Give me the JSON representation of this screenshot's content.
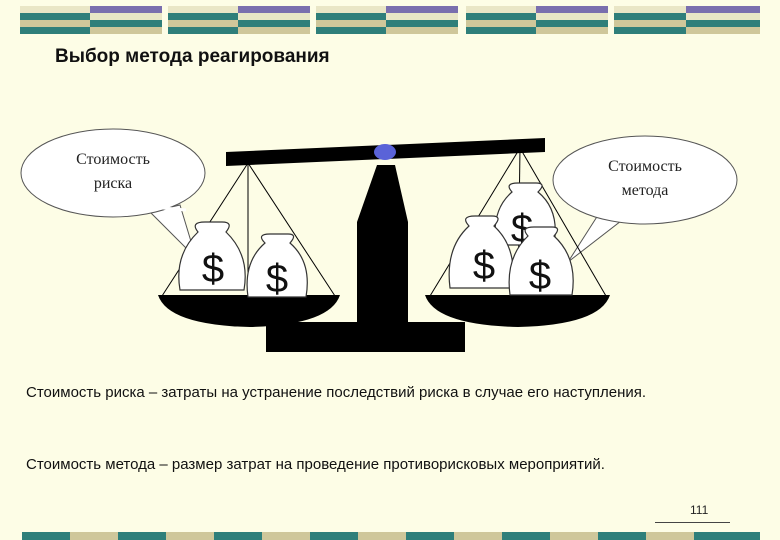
{
  "title": "Выбор метода реагирования",
  "bubble_left": "Стоимость риска",
  "bubble_right": "Стоимость метода",
  "paragraph_1": "Стоимость риска – затраты на устранение последствий риска в случае его наступления.",
  "paragraph_2": "Стоимость метода – размер затрат на проведение противорисковых мероприятий.",
  "page_number": "111",
  "colors": {
    "background": "#fdfde6",
    "deco_teal": "#2f7f7a",
    "deco_purple": "#7a6fae",
    "deco_khaki": "#cfc79a",
    "deco_light": "#e9e6c6",
    "scale": "#000000",
    "pivot": "#5a63d8"
  },
  "icons": [
    "money-bag-icon",
    "dollar-sign-icon",
    "balance-scale-icon"
  ]
}
